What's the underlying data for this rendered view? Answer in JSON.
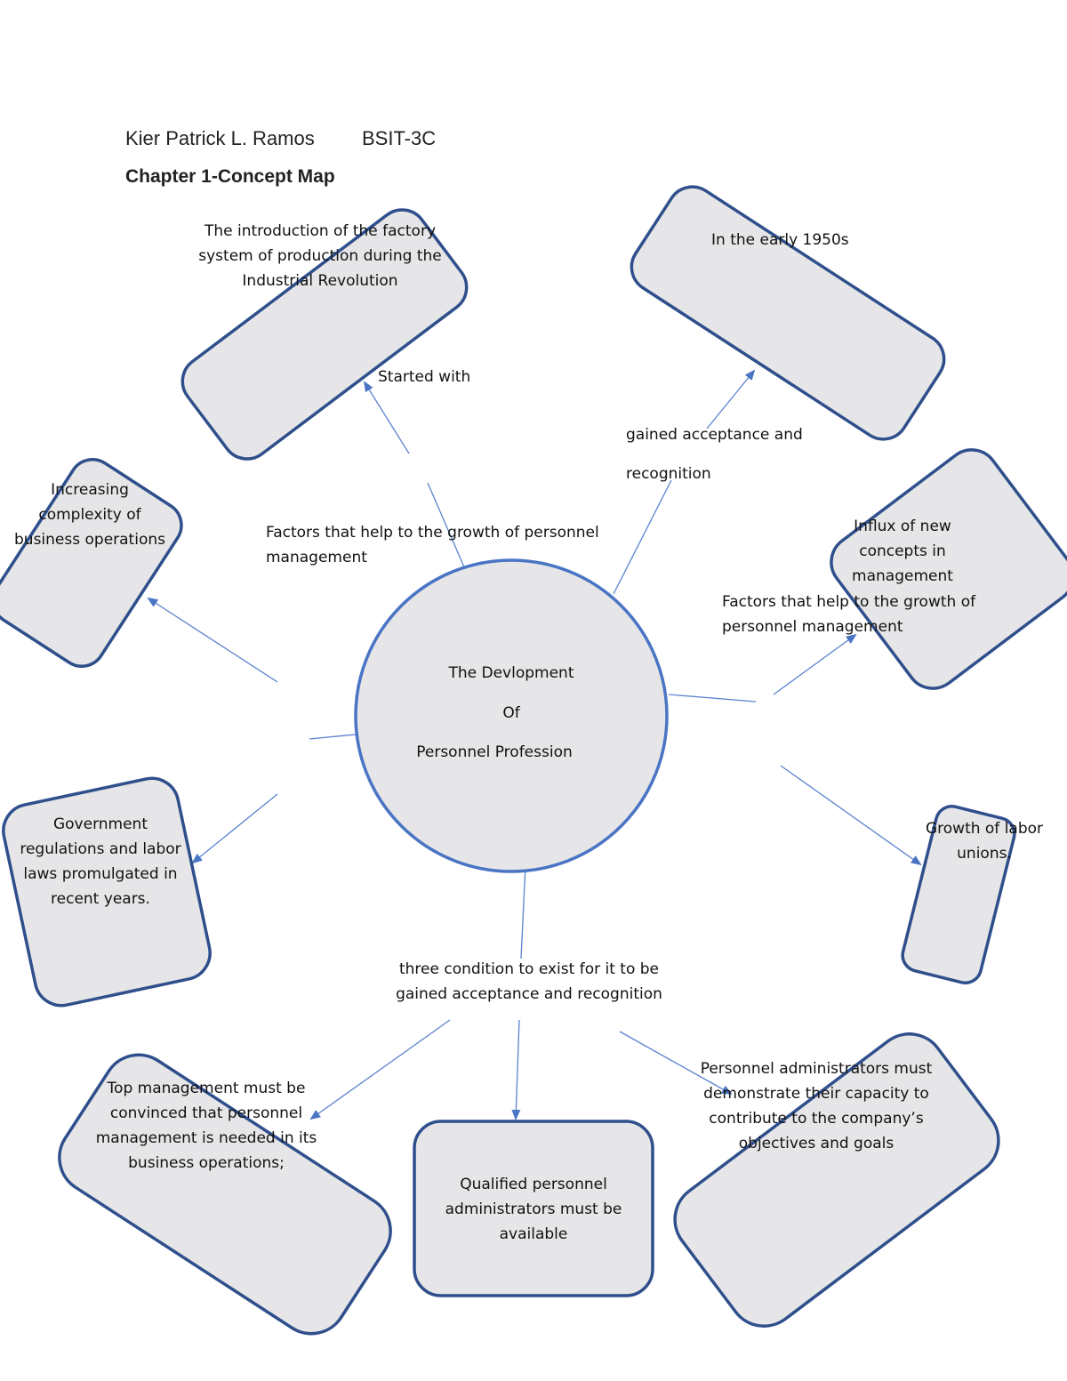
{
  "header": {
    "author": "Kier Patrick L. Ramos",
    "section": "BSIT-3C",
    "title": "Chapter 1-Concept Map"
  },
  "center": {
    "line1": "The Devlopment",
    "line2": "Of",
    "line3": "Personnel Profession"
  },
  "nodes": {
    "factory": "The introduction of the factory\nsystem of production during the\nIndustrial Revolution",
    "early1950s": "In the early 1950s",
    "complexity": "Increasing\ncomplexity of\nbusiness operations",
    "influx": "Influx of new\nconcepts in\nmanagement",
    "government": "Government\nregulations and labor\nlaws promulgated in\nrecent years.",
    "labor_unions": "Growth of labor\nunions.",
    "top_management": "Top management must be\nconvinced that personnel\nmanagement is needed in its\nbusiness operations;",
    "qualified": "Qualified personnel\nadministrators must be\navailable",
    "demonstrate": "Personnel administrators must\ndemonstrate their capacity to\ncontribute to the company’s\nobjectives and goals"
  },
  "links": {
    "started_with": "Started with",
    "gained_line1": "gained acceptance and",
    "gained_line2": "recognition",
    "factors_left": "Factors that help to the growth of personnel\nmanagement",
    "factors_right": "Factors that help to the growth of\npersonnel management",
    "three_conditions": "three condition to exist for it to be\ngained acceptance and recognition"
  }
}
